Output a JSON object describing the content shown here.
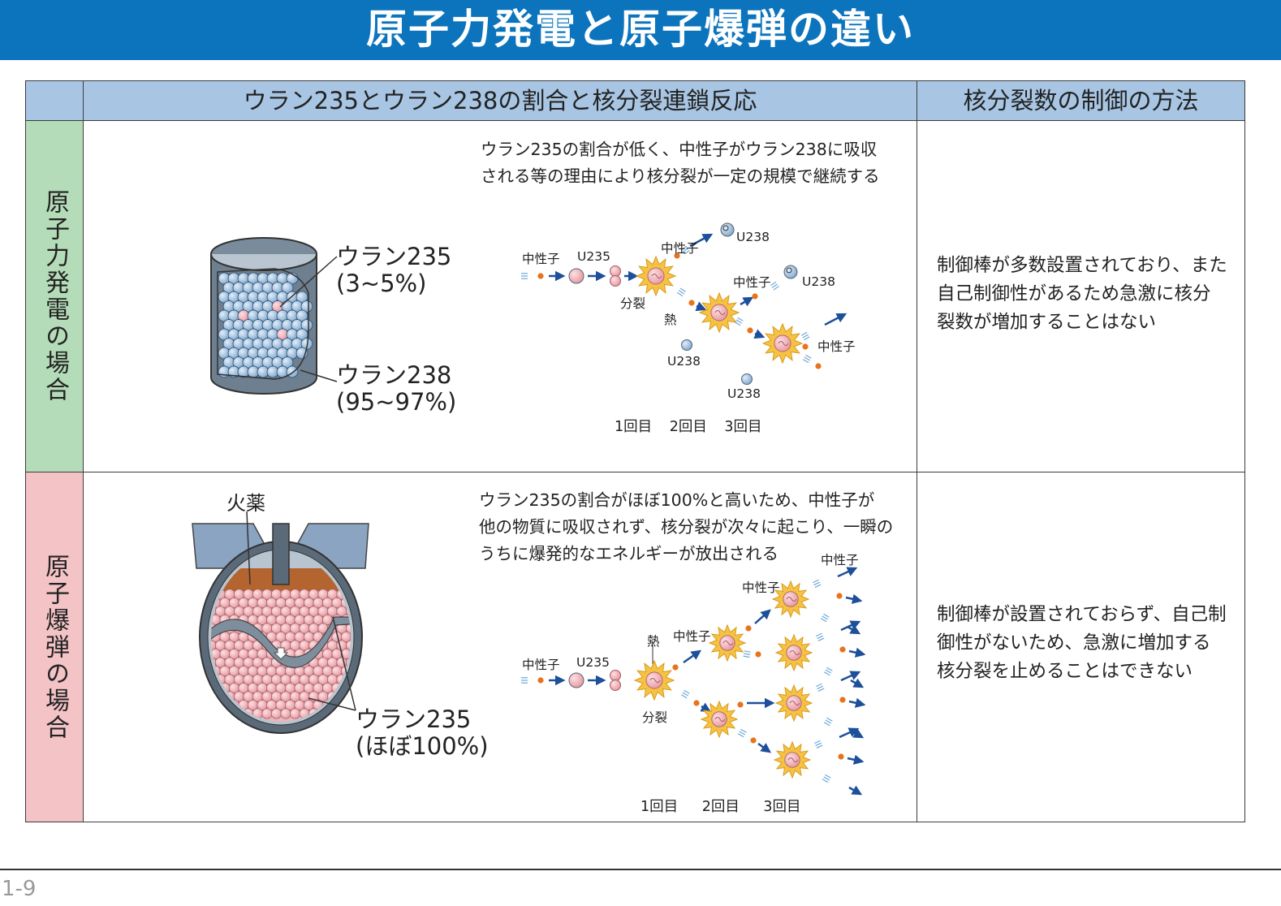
{
  "title": "原子力発電と原子爆弾の違い",
  "header": {
    "col1": "ウラン235とウラン238の割合と核分裂連鎖反応",
    "col2": "核分裂数の制御の方法"
  },
  "rows": {
    "power": {
      "side_label": "原子力発電の場合",
      "description": "ウラン235の割合が低く、中性子がウラン238に吸収\nされる等の理由により核分裂が一定の規模で継続する",
      "u235_label": "ウラン235\n(3~5%)",
      "u238_label": "ウラン238\n(95~97%)",
      "control": "制御棒が多数設置されており、また\n自己制御性があるため急激に核分\n裂数が増加することはない",
      "labels": {
        "neutron": "中性子",
        "u235": "U235",
        "u238": "U238",
        "fission": "分裂",
        "heat": "熱"
      },
      "rounds": "1回目 2回目 3回目"
    },
    "bomb": {
      "side_label": "原子爆弾の場合",
      "description": "ウラン235の割合がほぼ100%と高いため、中性子が\n他の物質に吸収されず、核分裂が次々に起こり、一瞬の\nうちに爆発的なエネルギーが放出される",
      "explosive_label": "火薬",
      "u235_label": "ウラン235\n(ほぼ100%)",
      "control": "制御棒が設置されておらず、自己制\n御性がないため、急激に増加する\n核分裂を止めることはできない",
      "labels": {
        "neutron": "中性子",
        "u235": "U235",
        "fission": "分裂",
        "heat": "熱"
      },
      "rounds": "1回目 2回目 3回目"
    }
  },
  "page_number": "1-9",
  "colors": {
    "banner": "#0b74bd",
    "header": "#a8c6e3",
    "power_side": "#b5dcb8",
    "bomb_side": "#f3c3c6",
    "u238_atom": "#a6c8e6",
    "u235_atom": "#f2b7bd",
    "neutron": "#e8731e",
    "arrow": "#1d4f9a",
    "fission_star": "#f6c243"
  }
}
